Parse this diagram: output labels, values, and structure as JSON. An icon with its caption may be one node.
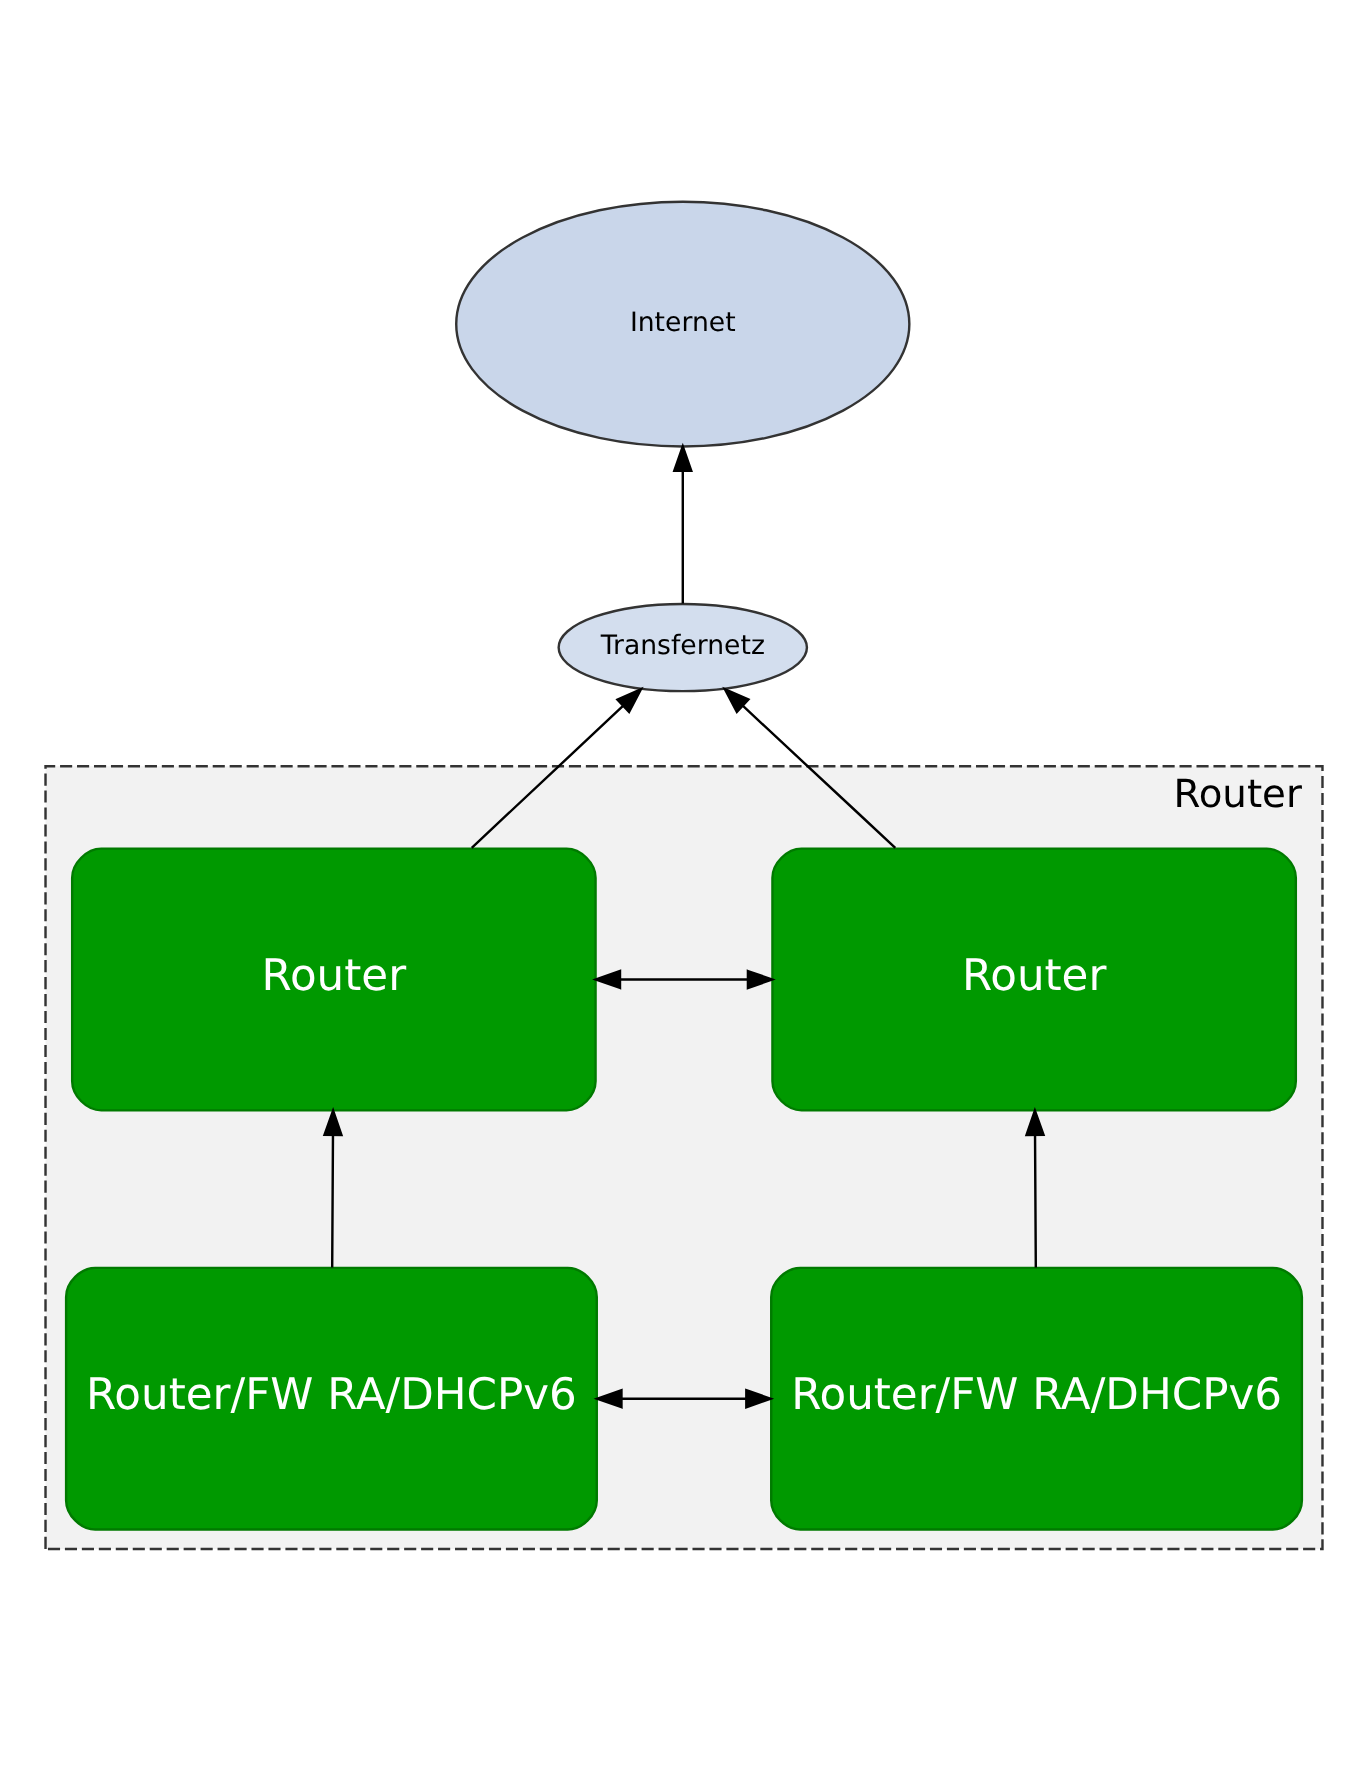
{
  "diagram": {
    "nodes": [
      {
        "text": [
          "Internet"
        ]
      },
      {
        "text": [
          "Transfernetz"
        ]
      },
      {
        "text": [
          "Router"
        ]
      },
      {
        "text": [
          "Router"
        ],
        "in": 2
      },
      {
        "text": [
          "Router"
        ],
        "in": 2
      },
      {
        "text": [
          "Router/FW RA/DHCPv6"
        ],
        "in": 2
      },
      {
        "text": [
          "Router/FW RA/DHCPv6"
        ],
        "in": 2
      }
    ],
    "edges": [
      {
        "from": 1,
        "to": 0,
        "arrow": "to"
      },
      {
        "from": 3,
        "to": 1,
        "arrow": "to"
      },
      {
        "from": 4,
        "to": 1,
        "arrow": "to"
      },
      {
        "from": 3,
        "to": 4,
        "arrow": "both"
      },
      {
        "from": 5,
        "to": 3,
        "arrow": "to"
      },
      {
        "from": 6,
        "to": 4,
        "arrow": "to"
      },
      {
        "from": 5,
        "to": 6,
        "arrow": "both"
      }
    ]
  }
}
